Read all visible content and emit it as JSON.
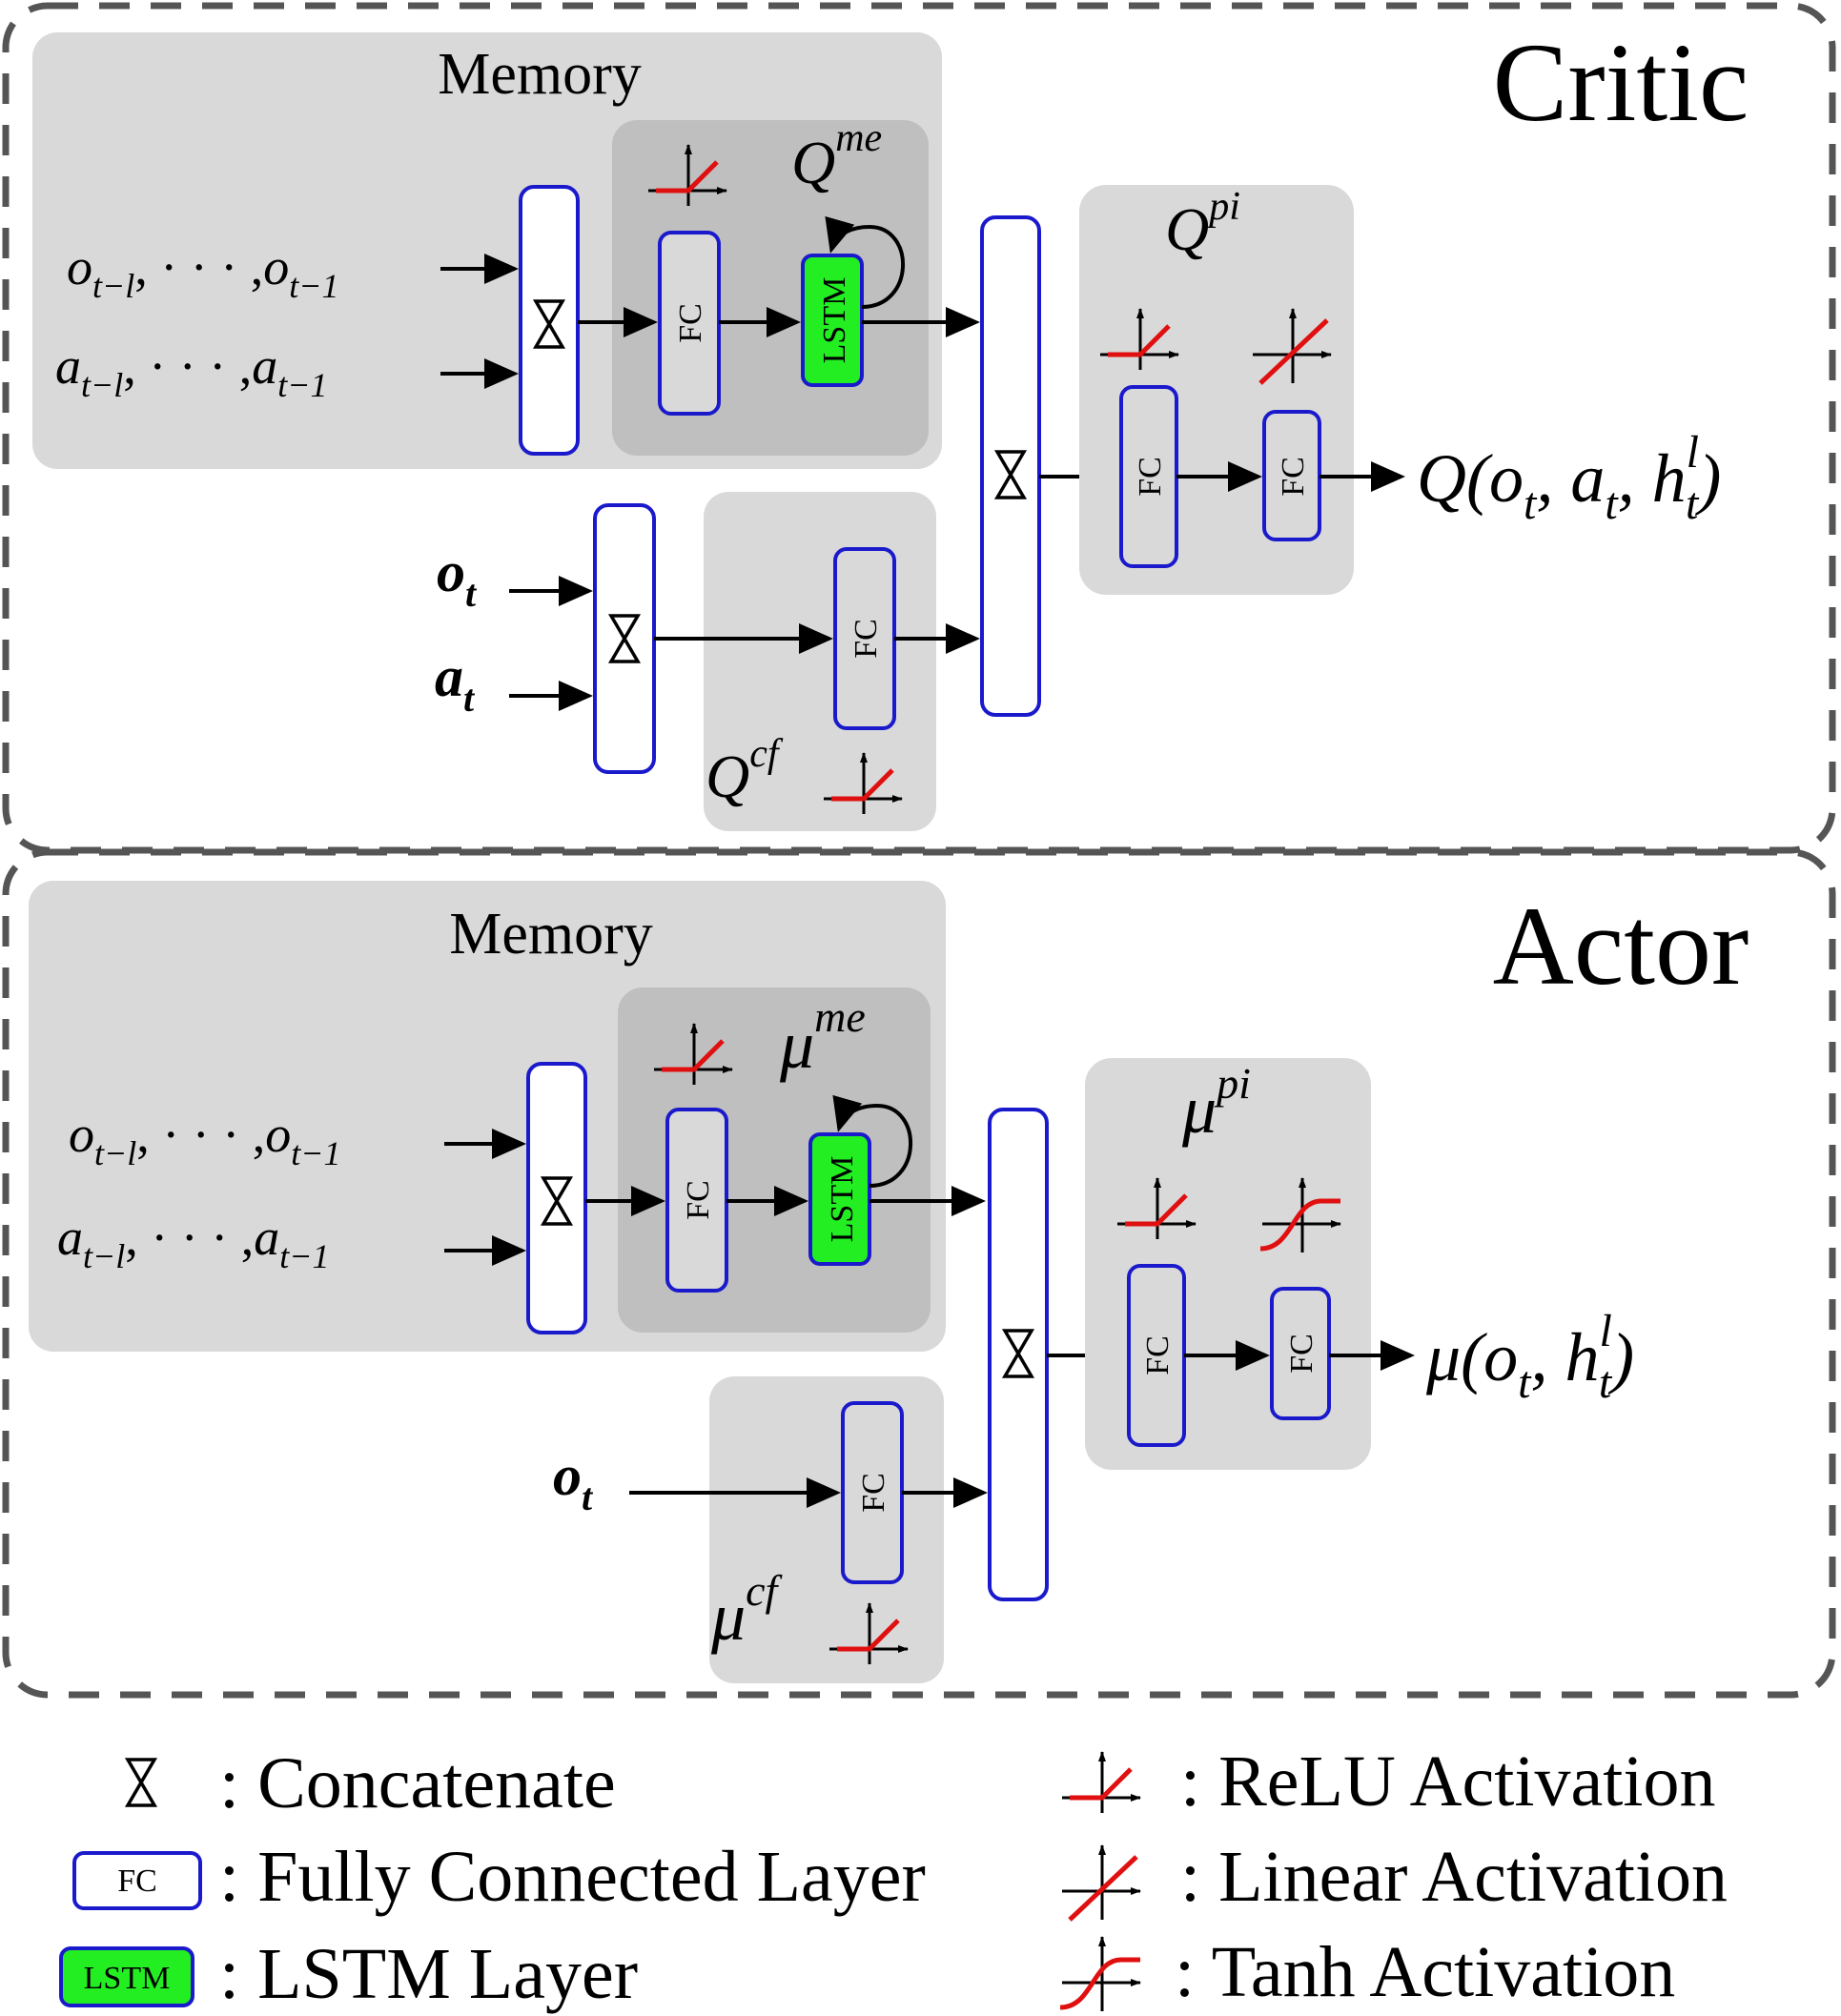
{
  "critic": {
    "title": "Critic",
    "memory_label": "Memory",
    "q_me": {
      "base": "Q",
      "sup": "me"
    },
    "q_pi": {
      "base": "Q",
      "sup": "pi"
    },
    "q_cf": {
      "base": "Q",
      "sup": "cf"
    },
    "hist_o": {
      "a": "o",
      "a_sub": "t−l",
      "dots": ", · · · ,",
      "b": "o",
      "b_sub": "t−1"
    },
    "hist_a": {
      "a": "a",
      "a_sub": "t−l",
      "dots": ", · · · ,",
      "b": "a",
      "b_sub": "t−1"
    },
    "cur_o": {
      "base": "o",
      "sub": "t"
    },
    "cur_a": {
      "base": "a",
      "sub": "t"
    },
    "output": {
      "p1": "Q(o",
      "s1": "t",
      "p2": ", a",
      "s2": "t",
      "p3": ", h",
      "sup": "l",
      "s3": "t",
      "p4": ")"
    }
  },
  "actor": {
    "title": "Actor",
    "memory_label": "Memory",
    "mu_me": {
      "base": "μ",
      "sup": "me"
    },
    "mu_pi": {
      "base": "μ",
      "sup": "pi"
    },
    "mu_cf": {
      "base": "μ",
      "sup": "cf"
    },
    "hist_o": {
      "a": "o",
      "a_sub": "t−l",
      "dots": ", · · · ,",
      "b": "o",
      "b_sub": "t−1"
    },
    "hist_a": {
      "a": "a",
      "a_sub": "t−l",
      "dots": ", · · · ,",
      "b": "a",
      "b_sub": "t−1"
    },
    "cur_o": {
      "base": "o",
      "sub": "t"
    },
    "output": {
      "p1": "μ(o",
      "s1": "t",
      "p2": ", h",
      "sup": "l",
      "s2": "t",
      "p3": ")"
    }
  },
  "layers": {
    "fc": "FC",
    "lstm": "LSTM"
  },
  "legend": {
    "concat": ": Concatenate",
    "fc": ": Fully Connected Layer",
    "lstm": ": LSTM Layer",
    "relu": ": ReLU Activation",
    "linear": ": Linear Activation",
    "tanh": ": Tanh Activation"
  },
  "colors": {
    "panel_light": "#d9d9d9",
    "panel_dark": "#bfbfbf",
    "layer_border": "#1a1acc",
    "lstm_fill": "#22ee22",
    "activation": "#e01010",
    "dash_border": "#555555"
  }
}
